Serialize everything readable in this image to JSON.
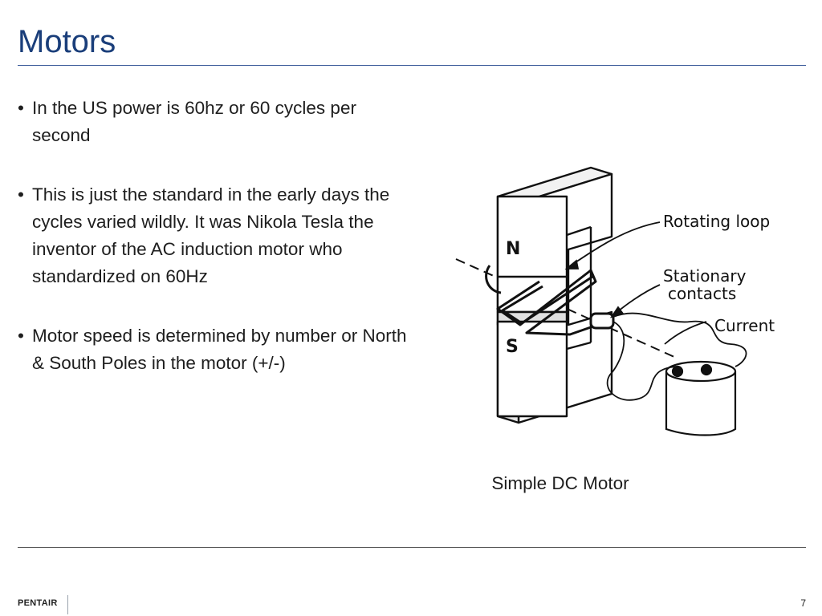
{
  "slide": {
    "title": "Motors",
    "bullets": [
      "In the US power is 60hz or 60 cycles per second",
      "This is just the standard in the early days the cycles varied wildly. It was Nikola Tesla the inventor of the AC induction motor who standardized on 60Hz",
      "Motor speed is determined by number or North & South Poles in the motor (+/-)"
    ]
  },
  "figure": {
    "labels": {
      "north_pole": "N",
      "south_pole": "S",
      "rotating_loop": "Rotating loop",
      "stationary_contacts_line1": "Stationary",
      "stationary_contacts_line2": "contacts",
      "current": "Current"
    },
    "caption": "Simple DC Motor"
  },
  "footer": {
    "brand": "PENTAIR",
    "page_number": "7"
  },
  "colors": {
    "title": "#1a3e7a",
    "rule": "#3b5b9a"
  }
}
